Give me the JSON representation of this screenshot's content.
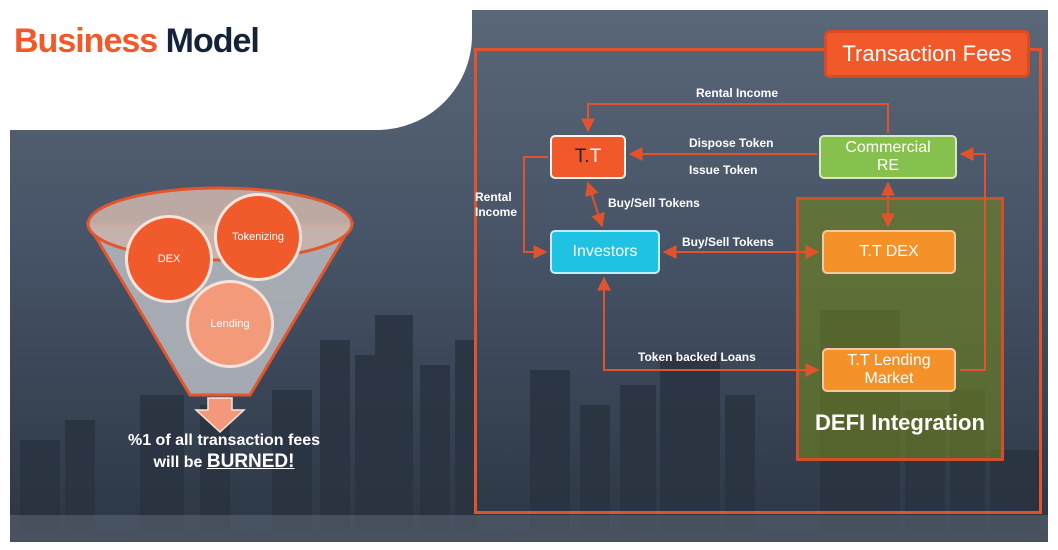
{
  "title": {
    "part1": "Business",
    "part2": "Model"
  },
  "colors": {
    "accent": "#f2592a",
    "navy": "#15233a",
    "green": "#86c04d",
    "cyan": "#1fc2e2",
    "orange": "#f59129",
    "defi": "#70821e"
  },
  "funnel": {
    "circles": [
      {
        "id": "dex",
        "label": "DEX"
      },
      {
        "id": "tokenizing",
        "label": "Tokenizing"
      },
      {
        "id": "lending",
        "label": "Lending"
      }
    ],
    "burn_line1": "%1 of all transaction fees",
    "burn_line2": "will be",
    "burn_word": "BURNED!"
  },
  "diagram": {
    "fees_title": "Transaction Fees",
    "defi_label": "DEFI Integration",
    "nodes": {
      "tt_a": "T.",
      "tt_b": "T",
      "cre_line1": "Commercial",
      "cre_line2": "RE",
      "investors": "Investors",
      "dex_a": "T.",
      "dex_b": "T DEX",
      "lend_a": "T.",
      "lend_b": "T Lending",
      "lend_line2": "Market"
    },
    "labels": {
      "rental_income_top": "Rental Income",
      "dispose_token": "Dispose Token",
      "issue_token": "Issue Token",
      "rental_left_1": "Rental",
      "rental_left_2": "Income",
      "buy_sell_1": "Buy/Sell Tokens",
      "buy_sell_2": "Buy/Sell Tokens",
      "token_loans": "Token backed Loans"
    }
  }
}
